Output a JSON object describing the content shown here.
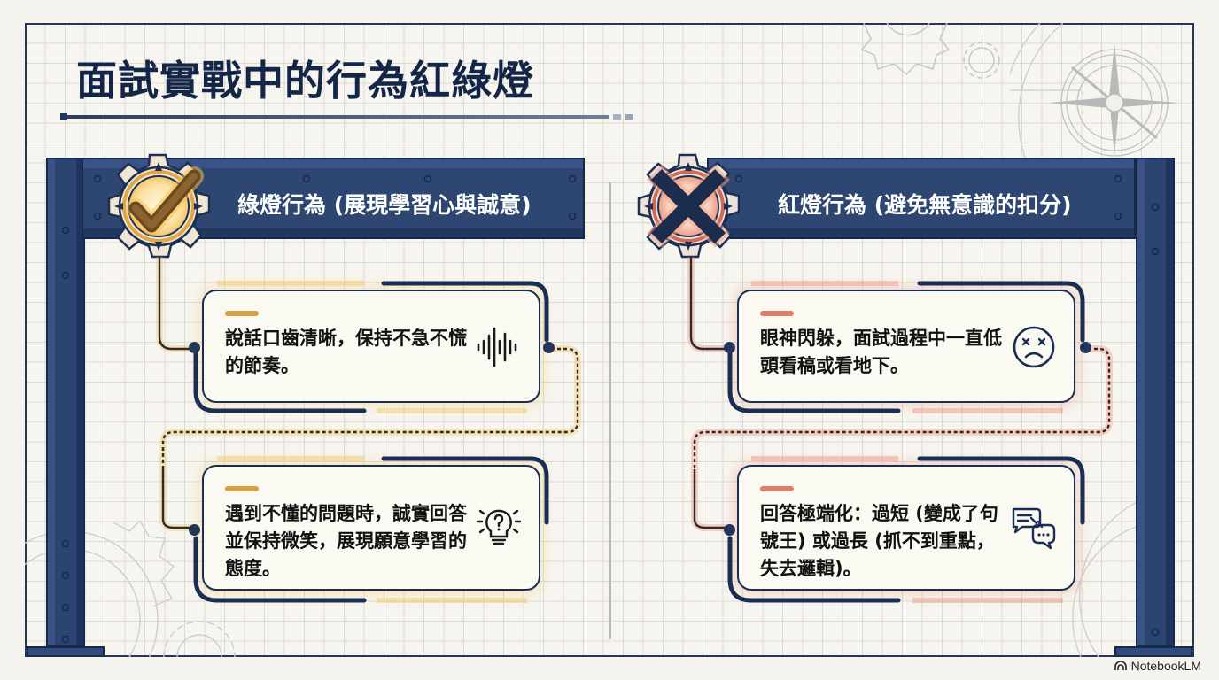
{
  "title": "面試實戰中的行為紅綠燈",
  "colors": {
    "navy": "#1a2d52",
    "beam": "#2e4672",
    "green_glow": "#f0b84a",
    "red_glow": "#ec8a78",
    "paper": "#f7f5ef"
  },
  "green_panel": {
    "heading": "綠燈行為 (展現學習心與誠意)",
    "badge_icon": "checkmark-gear-icon",
    "items": [
      {
        "text": "說話口齒清晰，保持不急不慌的節奏。",
        "icon": "sound-wave-icon"
      },
      {
        "text": "遇到不懂的問題時，誠實回答並保持微笑，展現願意學習的態度。",
        "icon": "lightbulb-question-icon"
      }
    ]
  },
  "red_panel": {
    "heading": "紅燈行為 (避免無意識的扣分)",
    "badge_icon": "x-mark-gear-icon",
    "items": [
      {
        "text": "眼神閃躲，面試過程中一直低頭看稿或看地下。",
        "icon": "dizzy-sad-face-icon"
      },
      {
        "text": "回答極端化：過短 (變成了句號王) 或過長 (抓不到重點，失去邏輯)。",
        "icon": "broken-chat-bubbles-icon"
      }
    ]
  },
  "watermark": "NotebookLM"
}
